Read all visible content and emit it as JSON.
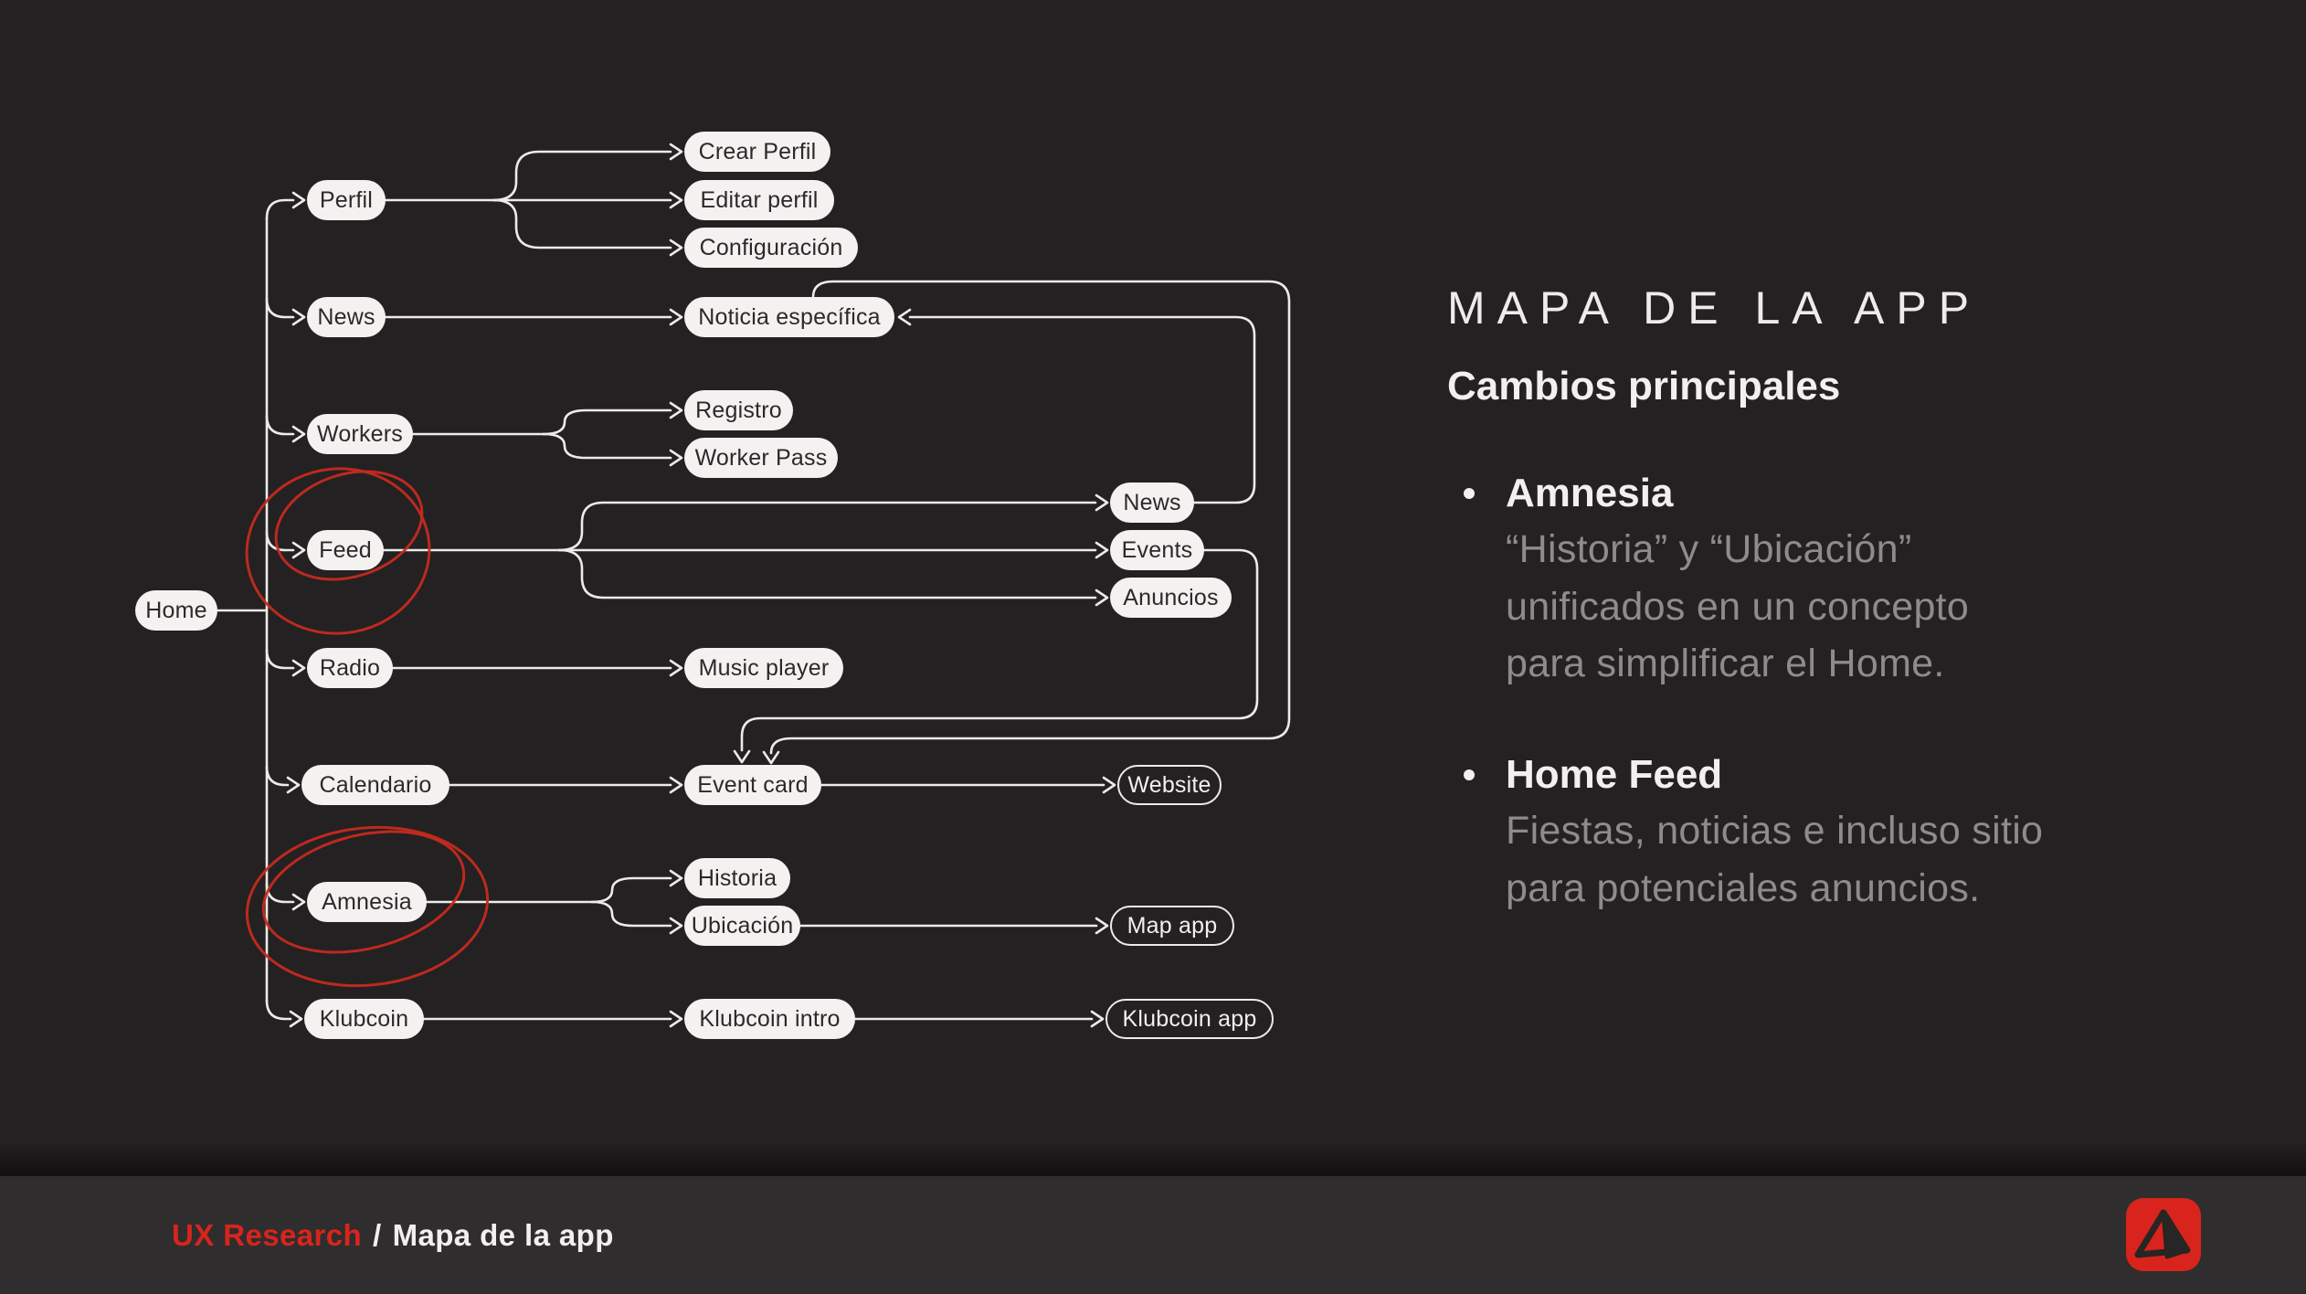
{
  "slide": {
    "title": "MAPA DE LA APP",
    "subtitle": "Cambios principales",
    "bullets": [
      {
        "heading": "Amnesia",
        "body": [
          "“Historia” y “Ubicación”",
          "unificados en un concepto",
          "para simplificar el Home."
        ]
      },
      {
        "heading": "Home Feed",
        "body": [
          "Fiestas, noticias e incluso sitio",
          "para potenciales anuncios."
        ]
      }
    ]
  },
  "diagram": {
    "nodes": {
      "home": "Home",
      "perfil": "Perfil",
      "news": "News",
      "workers": "Workers",
      "feed": "Feed",
      "radio": "Radio",
      "calendario": "Calendario",
      "amnesia": "Amnesia",
      "klubcoin": "Klubcoin",
      "crear_perfil": "Crear Perfil",
      "editar_perfil": "Editar perfil",
      "configuracion": "Configuración",
      "noticia_especifica": "Noticia específica",
      "registro": "Registro",
      "worker_pass": "Worker Pass",
      "feed_news": "News",
      "feed_events": "Events",
      "feed_anuncios": "Anuncios",
      "music_player": "Music player",
      "event_card": "Event card",
      "historia": "Historia",
      "ubicacion": "Ubicación",
      "klubcoin_intro": "Klubcoin intro",
      "website": "Website",
      "map_app": "Map app",
      "klubcoin_app": "Klubcoin app"
    },
    "edges": [
      "Home > Perfil",
      "Home > News",
      "Home > Workers",
      "Home > Feed",
      "Home > Radio",
      "Home > Calendario",
      "Home > Amnesia",
      "Home > Klubcoin",
      "Perfil > Crear Perfil",
      "Perfil > Editar perfil",
      "Perfil > Configuración",
      "News > Noticia específica",
      "Workers > Registro",
      "Workers > Worker Pass",
      "Feed > News",
      "Feed > Events",
      "Feed > Anuncios",
      "Radio > Music player",
      "Calendario > Event card",
      "Amnesia > Historia",
      "Amnesia > Ubicación",
      "Klubcoin > Klubcoin intro",
      "Feed News > Noticia específica",
      "Events > Event card",
      "Noticia específica > Event card",
      "Event card > Website",
      "Ubicación > Map app",
      "Klubcoin intro > Klubcoin app"
    ],
    "annotations": {
      "red_circle_targets": [
        "Feed",
        "Amnesia"
      ]
    }
  },
  "footer": {
    "breadcrumb_primary": "UX Research",
    "breadcrumb_separator": "/",
    "breadcrumb_secondary": "Mapa de la app"
  },
  "colors": {
    "background": "#232121",
    "footer_bar": "#2F2D2D",
    "node_fill": "#F4F2F1",
    "node_text": "#2B2929",
    "connector": "#EDEAEA",
    "muted_text": "#8E8B8B",
    "accent_red": "#D8241C",
    "annotation_red": "#C62A20"
  }
}
